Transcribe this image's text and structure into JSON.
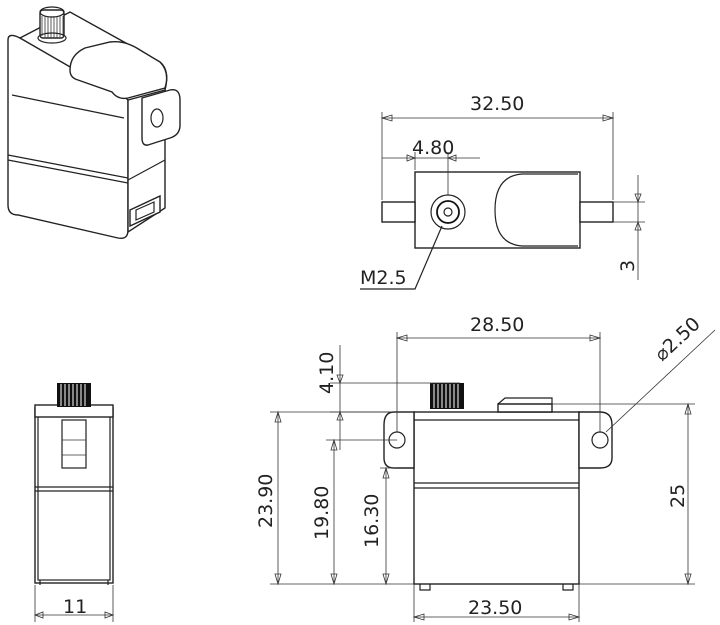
{
  "dimensions": {
    "top_width": "32.50",
    "top_horn_offset": "4.80",
    "top_tab_height": "3",
    "thread_callout": "M2.5",
    "front_hole_span": "28.50",
    "front_top_offset": "4.10",
    "front_total_height": "23.90",
    "front_height_to_tab": "19.80",
    "front_body_height": "16.30",
    "front_case_height": "25",
    "front_body_width": "23.50",
    "hole_diameter": "⌀2.50",
    "side_width": "11"
  }
}
